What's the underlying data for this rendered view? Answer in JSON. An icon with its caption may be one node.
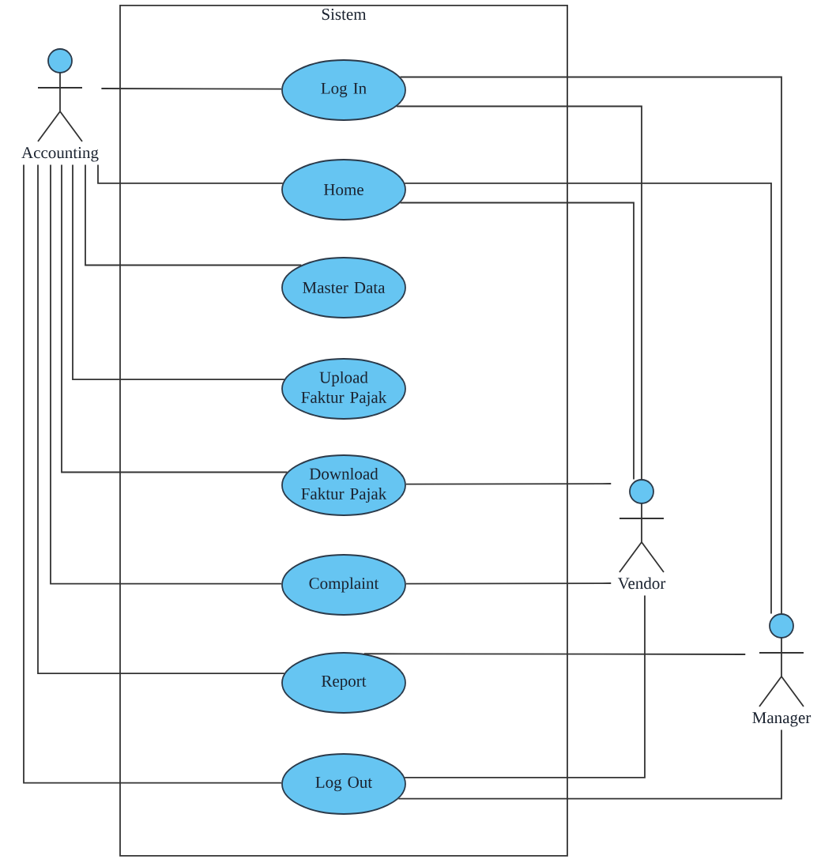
{
  "diagram": {
    "nodes": [
      {
        "text": [
          "Accounting"
        ]
      },
      {
        "text": [
          "Sistem"
        ]
      },
      {
        "text": [
          "Log In"
        ],
        "in": 1
      },
      {
        "text": [
          "Home"
        ],
        "in": 1
      },
      {
        "text": [
          "Master Data"
        ],
        "in": 1
      },
      {
        "text": [
          "Upload Faktur Pajak"
        ],
        "in": 1
      },
      {
        "text": [
          "Download Faktur Pajak"
        ],
        "in": 1
      },
      {
        "text": [
          "Complaint"
        ],
        "in": 1
      },
      {
        "text": [
          "Report"
        ],
        "in": 1
      },
      {
        "text": [
          "Log Out"
        ],
        "in": 1
      },
      {
        "text": [
          "Vendor"
        ]
      },
      {
        "text": [
          "Manager"
        ]
      }
    ],
    "edges": [
      {
        "from": 0,
        "to": 2,
        "arrow": "none"
      },
      {
        "from": 0,
        "to": 3,
        "arrow": "none"
      },
      {
        "from": 0,
        "to": 4,
        "arrow": "none"
      },
      {
        "from": 0,
        "to": 5,
        "arrow": "none"
      },
      {
        "from": 0,
        "to": 6,
        "arrow": "none"
      },
      {
        "from": 0,
        "to": 7,
        "arrow": "none"
      },
      {
        "from": 0,
        "to": 8,
        "arrow": "none"
      },
      {
        "from": 0,
        "to": 9,
        "arrow": "none"
      },
      {
        "from": 10,
        "to": 2,
        "arrow": "none"
      },
      {
        "from": 10,
        "to": 3,
        "arrow": "none"
      },
      {
        "from": 10,
        "to": 6,
        "arrow": "none"
      },
      {
        "from": 10,
        "to": 7,
        "arrow": "none"
      },
      {
        "from": 10,
        "to": 9,
        "arrow": "none"
      },
      {
        "from": 11,
        "to": 2,
        "arrow": "none"
      },
      {
        "from": 11,
        "to": 3,
        "arrow": "none"
      },
      {
        "from": 11,
        "to": 8,
        "arrow": "none"
      },
      {
        "from": 11,
        "to": 9,
        "arrow": "none"
      }
    ]
  }
}
